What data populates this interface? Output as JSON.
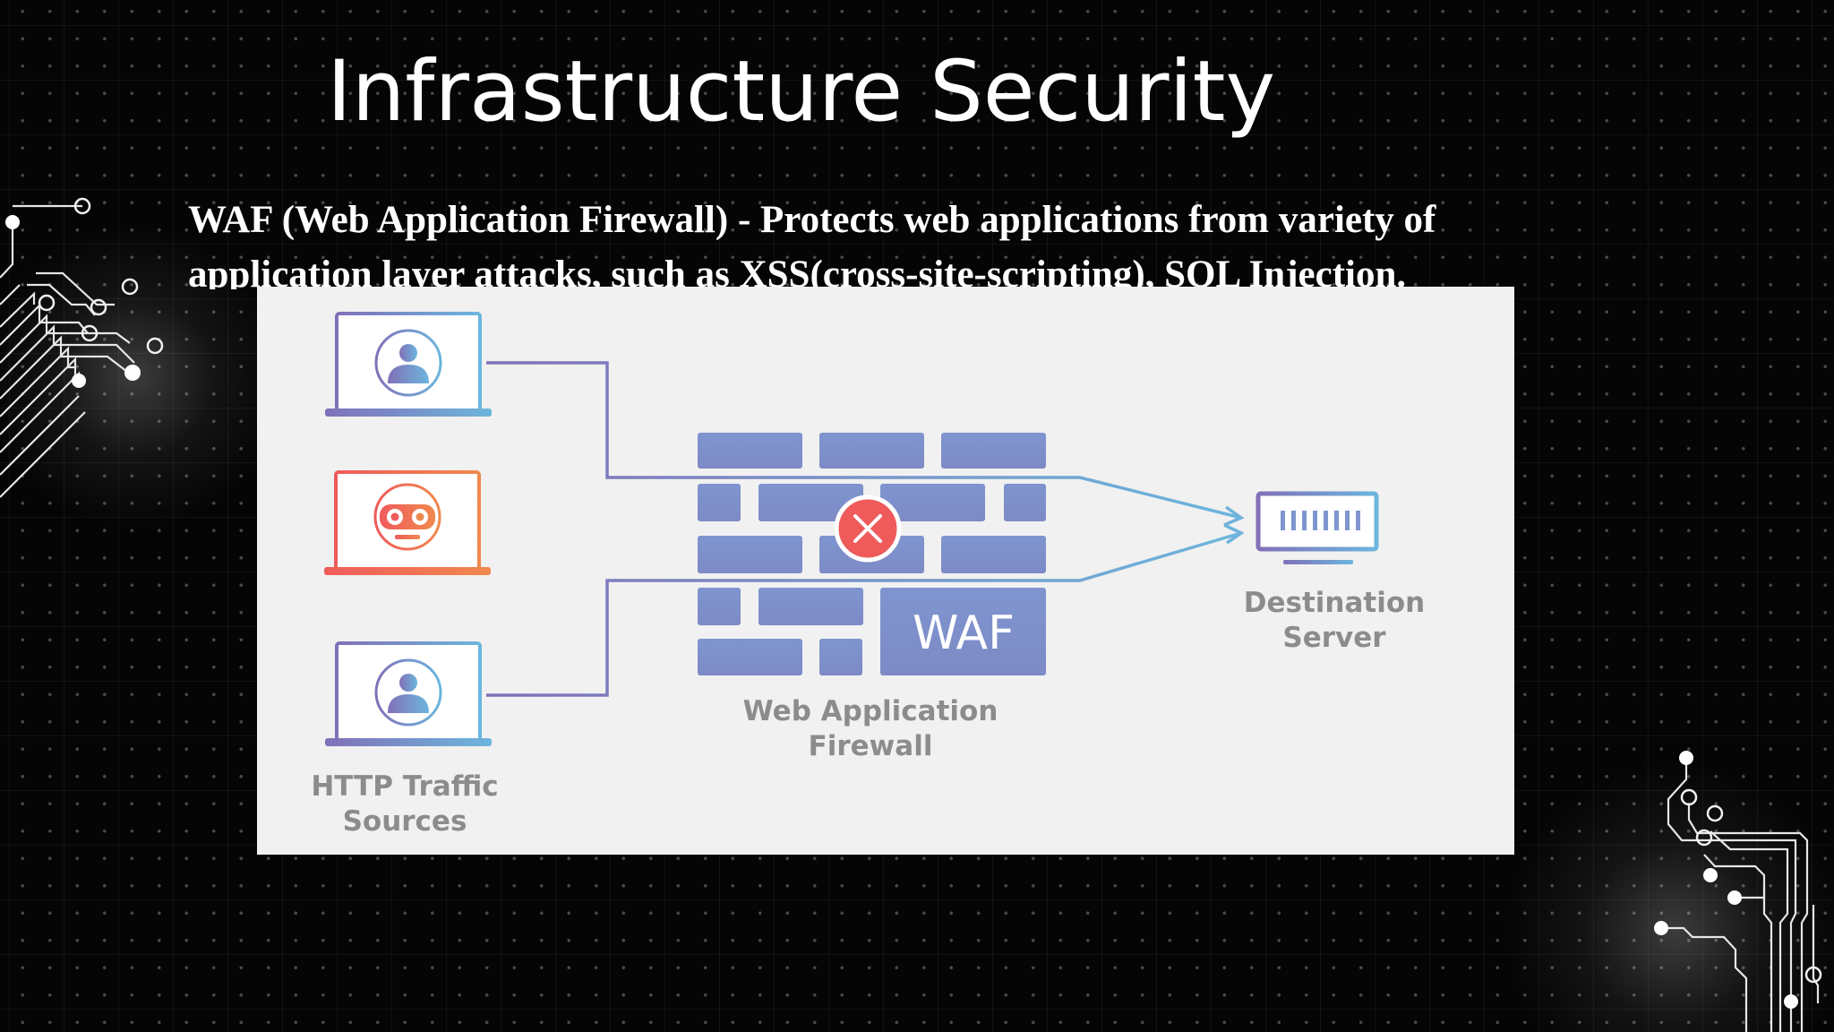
{
  "slide": {
    "title": "Infrastructure Security",
    "body": "WAF (Web Application Firewall) - Protects web applications from variety of application layer attacks, such as XSS(cross-site-scripting), SQL Injection."
  },
  "diagram": {
    "waf_label": "WAF",
    "firewall_caption": [
      "Web Application",
      "Firewall"
    ],
    "sources_caption": [
      "HTTP Traffic",
      "Sources"
    ],
    "server_caption": [
      "Destination",
      "Server"
    ],
    "icons": [
      "user-laptop-icon",
      "bot-laptop-icon",
      "user-laptop-icon",
      "block-x-icon",
      "server-icon",
      "brick-wall-icon"
    ]
  },
  "colors": {
    "background": "#050505",
    "panel": "#f1f1f1",
    "wall_blue": "#7f95cf",
    "attack_red": "#ef5b5b",
    "attack_orange": "#f0894e",
    "traffic_blue": "#6fb3dc",
    "label_gray": "#8c8c8c"
  }
}
